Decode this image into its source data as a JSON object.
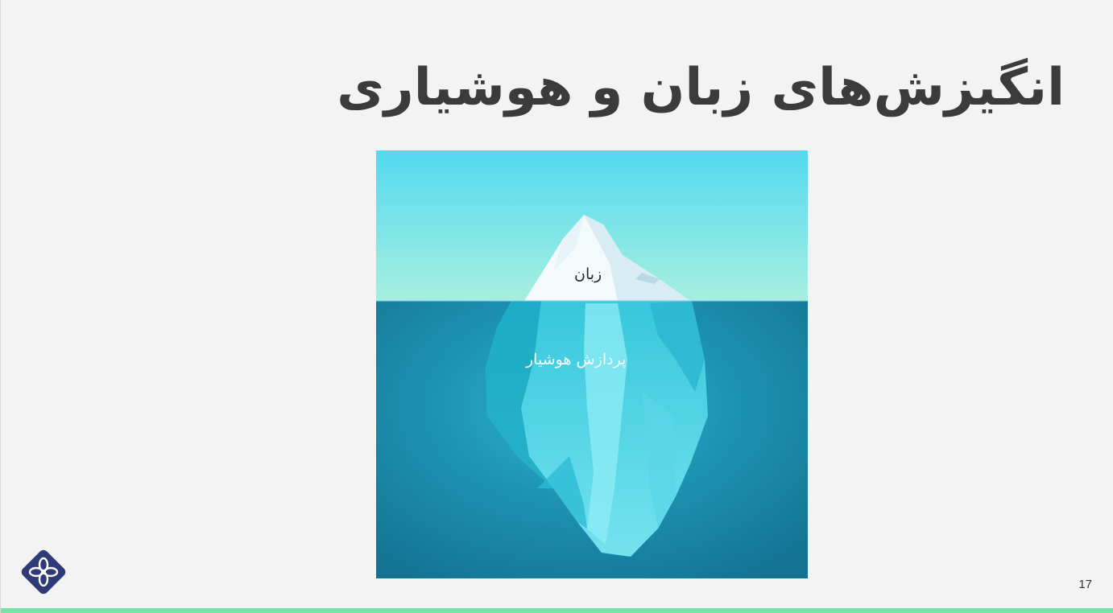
{
  "slide": {
    "title": "انگیزش‌های زبان و هوشیاری",
    "iceberg": {
      "tip_label": "زبان",
      "submerged_label": "پردازش هوشیار"
    },
    "page_number": "17",
    "logo_icon": "lotus-logo-icon"
  },
  "colors": {
    "background": "#f3f3f3",
    "title_text": "#3b3b3b",
    "sky_top": "#52d9f0",
    "sky_bottom": "#a7efdf",
    "water_deep": "#147a98",
    "ice_light": "#7be6f3",
    "logo": "#2f3b78",
    "bottom_bar": "#7be3a5"
  }
}
